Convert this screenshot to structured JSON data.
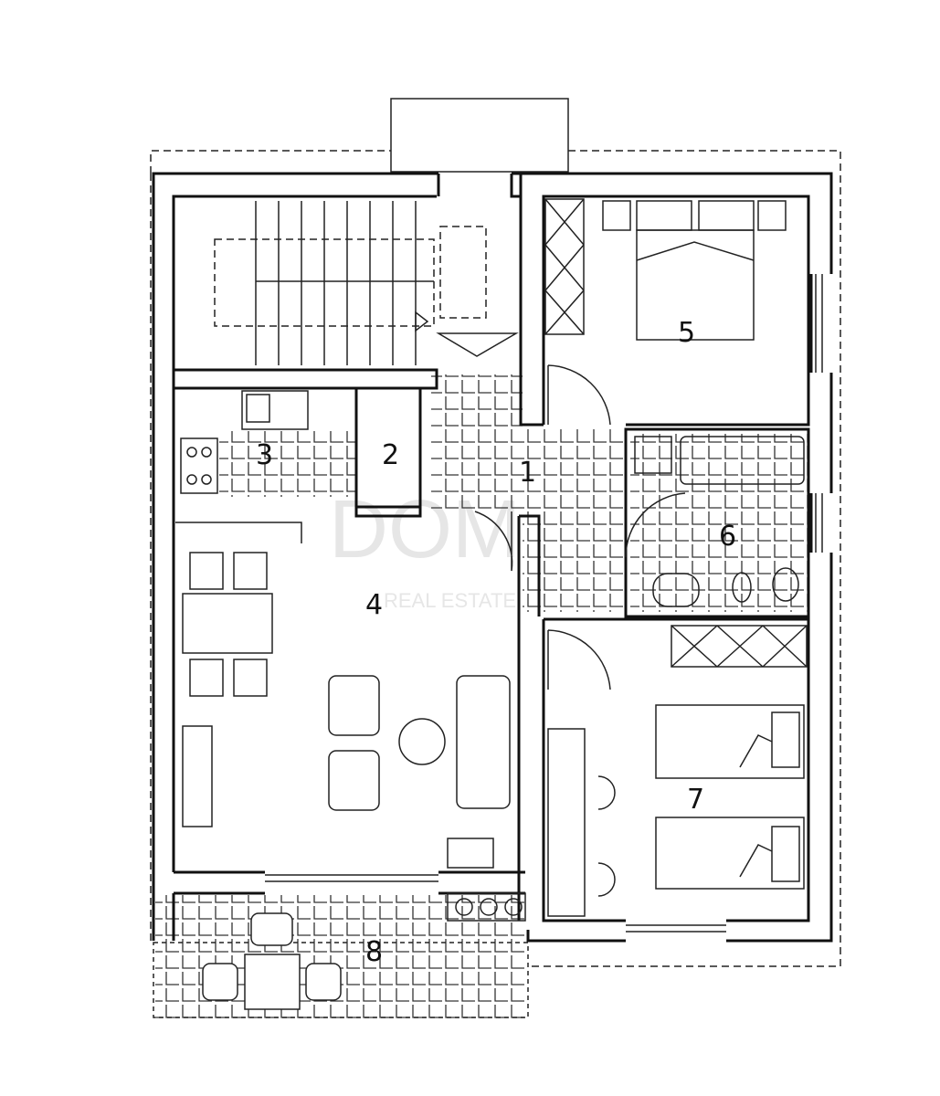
{
  "plan": {
    "rooms": [
      {
        "id": "1",
        "label": "1"
      },
      {
        "id": "2",
        "label": "2"
      },
      {
        "id": "3",
        "label": "3"
      },
      {
        "id": "4",
        "label": "4"
      },
      {
        "id": "5",
        "label": "5"
      },
      {
        "id": "6",
        "label": "6"
      },
      {
        "id": "7",
        "label": "7"
      },
      {
        "id": "8",
        "label": "8"
      }
    ],
    "watermark": {
      "logo": "DOM",
      "text": "REAL ESTATE"
    }
  }
}
